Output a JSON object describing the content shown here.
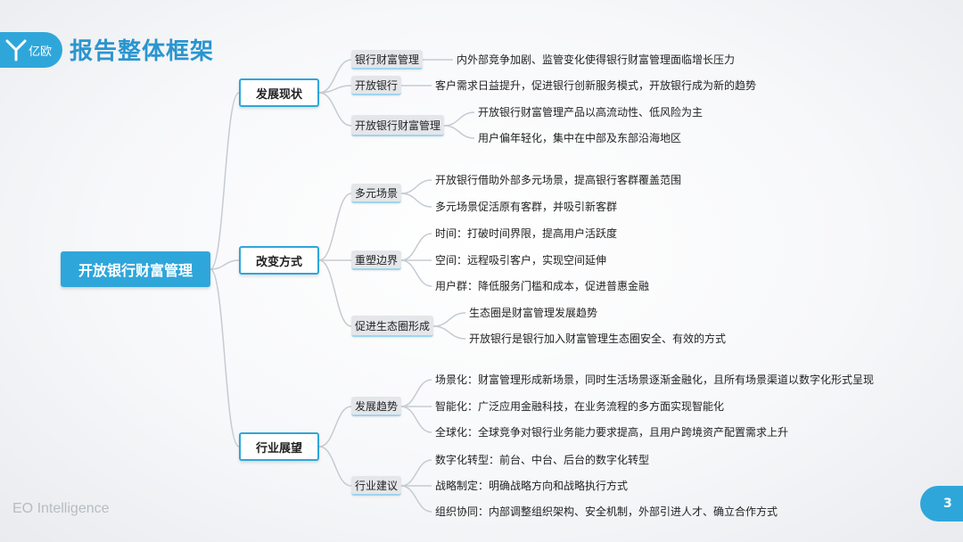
{
  "header": {
    "logo_text": "亿欧",
    "title": "报告整体框架"
  },
  "mindmap": {
    "root": "开放银行财富管理",
    "branches": [
      {
        "label": "发展现状",
        "children": [
          {
            "label": "银行财富管理",
            "leaves": [
              "内外部竞争加剧、监管变化使得银行财富管理面临增长压力"
            ]
          },
          {
            "label": "开放银行",
            "leaves": [
              "客户需求日益提升，促进银行创新服务模式，开放银行成为新的趋势"
            ]
          },
          {
            "label": "开放银行财富管理",
            "leaves": [
              "开放银行财富管理产品以高流动性、低风险为主",
              "用户偏年轻化，集中在中部及东部沿海地区"
            ]
          }
        ]
      },
      {
        "label": "改变方式",
        "children": [
          {
            "label": "多元场景",
            "leaves": [
              "开放银行借助外部多元场景，提高银行客群覆盖范围",
              "多元场景促活原有客群，并吸引新客群"
            ]
          },
          {
            "label": "重塑边界",
            "leaves": [
              "时间：打破时间界限，提高用户活跃度",
              "空间：远程吸引客户，实现空间延伸",
              "用户群：降低服务门槛和成本，促进普惠金融"
            ]
          },
          {
            "label": "促进生态圈形成",
            "leaves": [
              "生态圈是财富管理发展趋势",
              "开放银行是银行加入财富管理生态圈安全、有效的方式"
            ]
          }
        ]
      },
      {
        "label": "行业展望",
        "children": [
          {
            "label": "发展趋势",
            "leaves": [
              "场景化：财富管理形成新场景，同时生活场景逐渐金融化，且所有场景渠道以数字化形式呈现",
              "智能化：广泛应用金融科技，在业务流程的多方面实现智能化",
              "全球化：全球竞争对银行业务能力要求提高，且用户跨境资产配置需求上升"
            ]
          },
          {
            "label": "行业建议",
            "leaves": [
              "数字化转型：前台、中台、后台的数字化转型",
              "战略制定：明确战略方向和战略执行方式",
              "组织协同：内部调整组织架构、安全机制，外部引进人才、确立合作方式"
            ]
          }
        ]
      }
    ]
  },
  "footer": {
    "brand": "EO Intelligence",
    "page_number": "3"
  },
  "colors": {
    "accent": "#2fa6da",
    "title": "#2a95cf",
    "line": "#c6cbd1"
  }
}
